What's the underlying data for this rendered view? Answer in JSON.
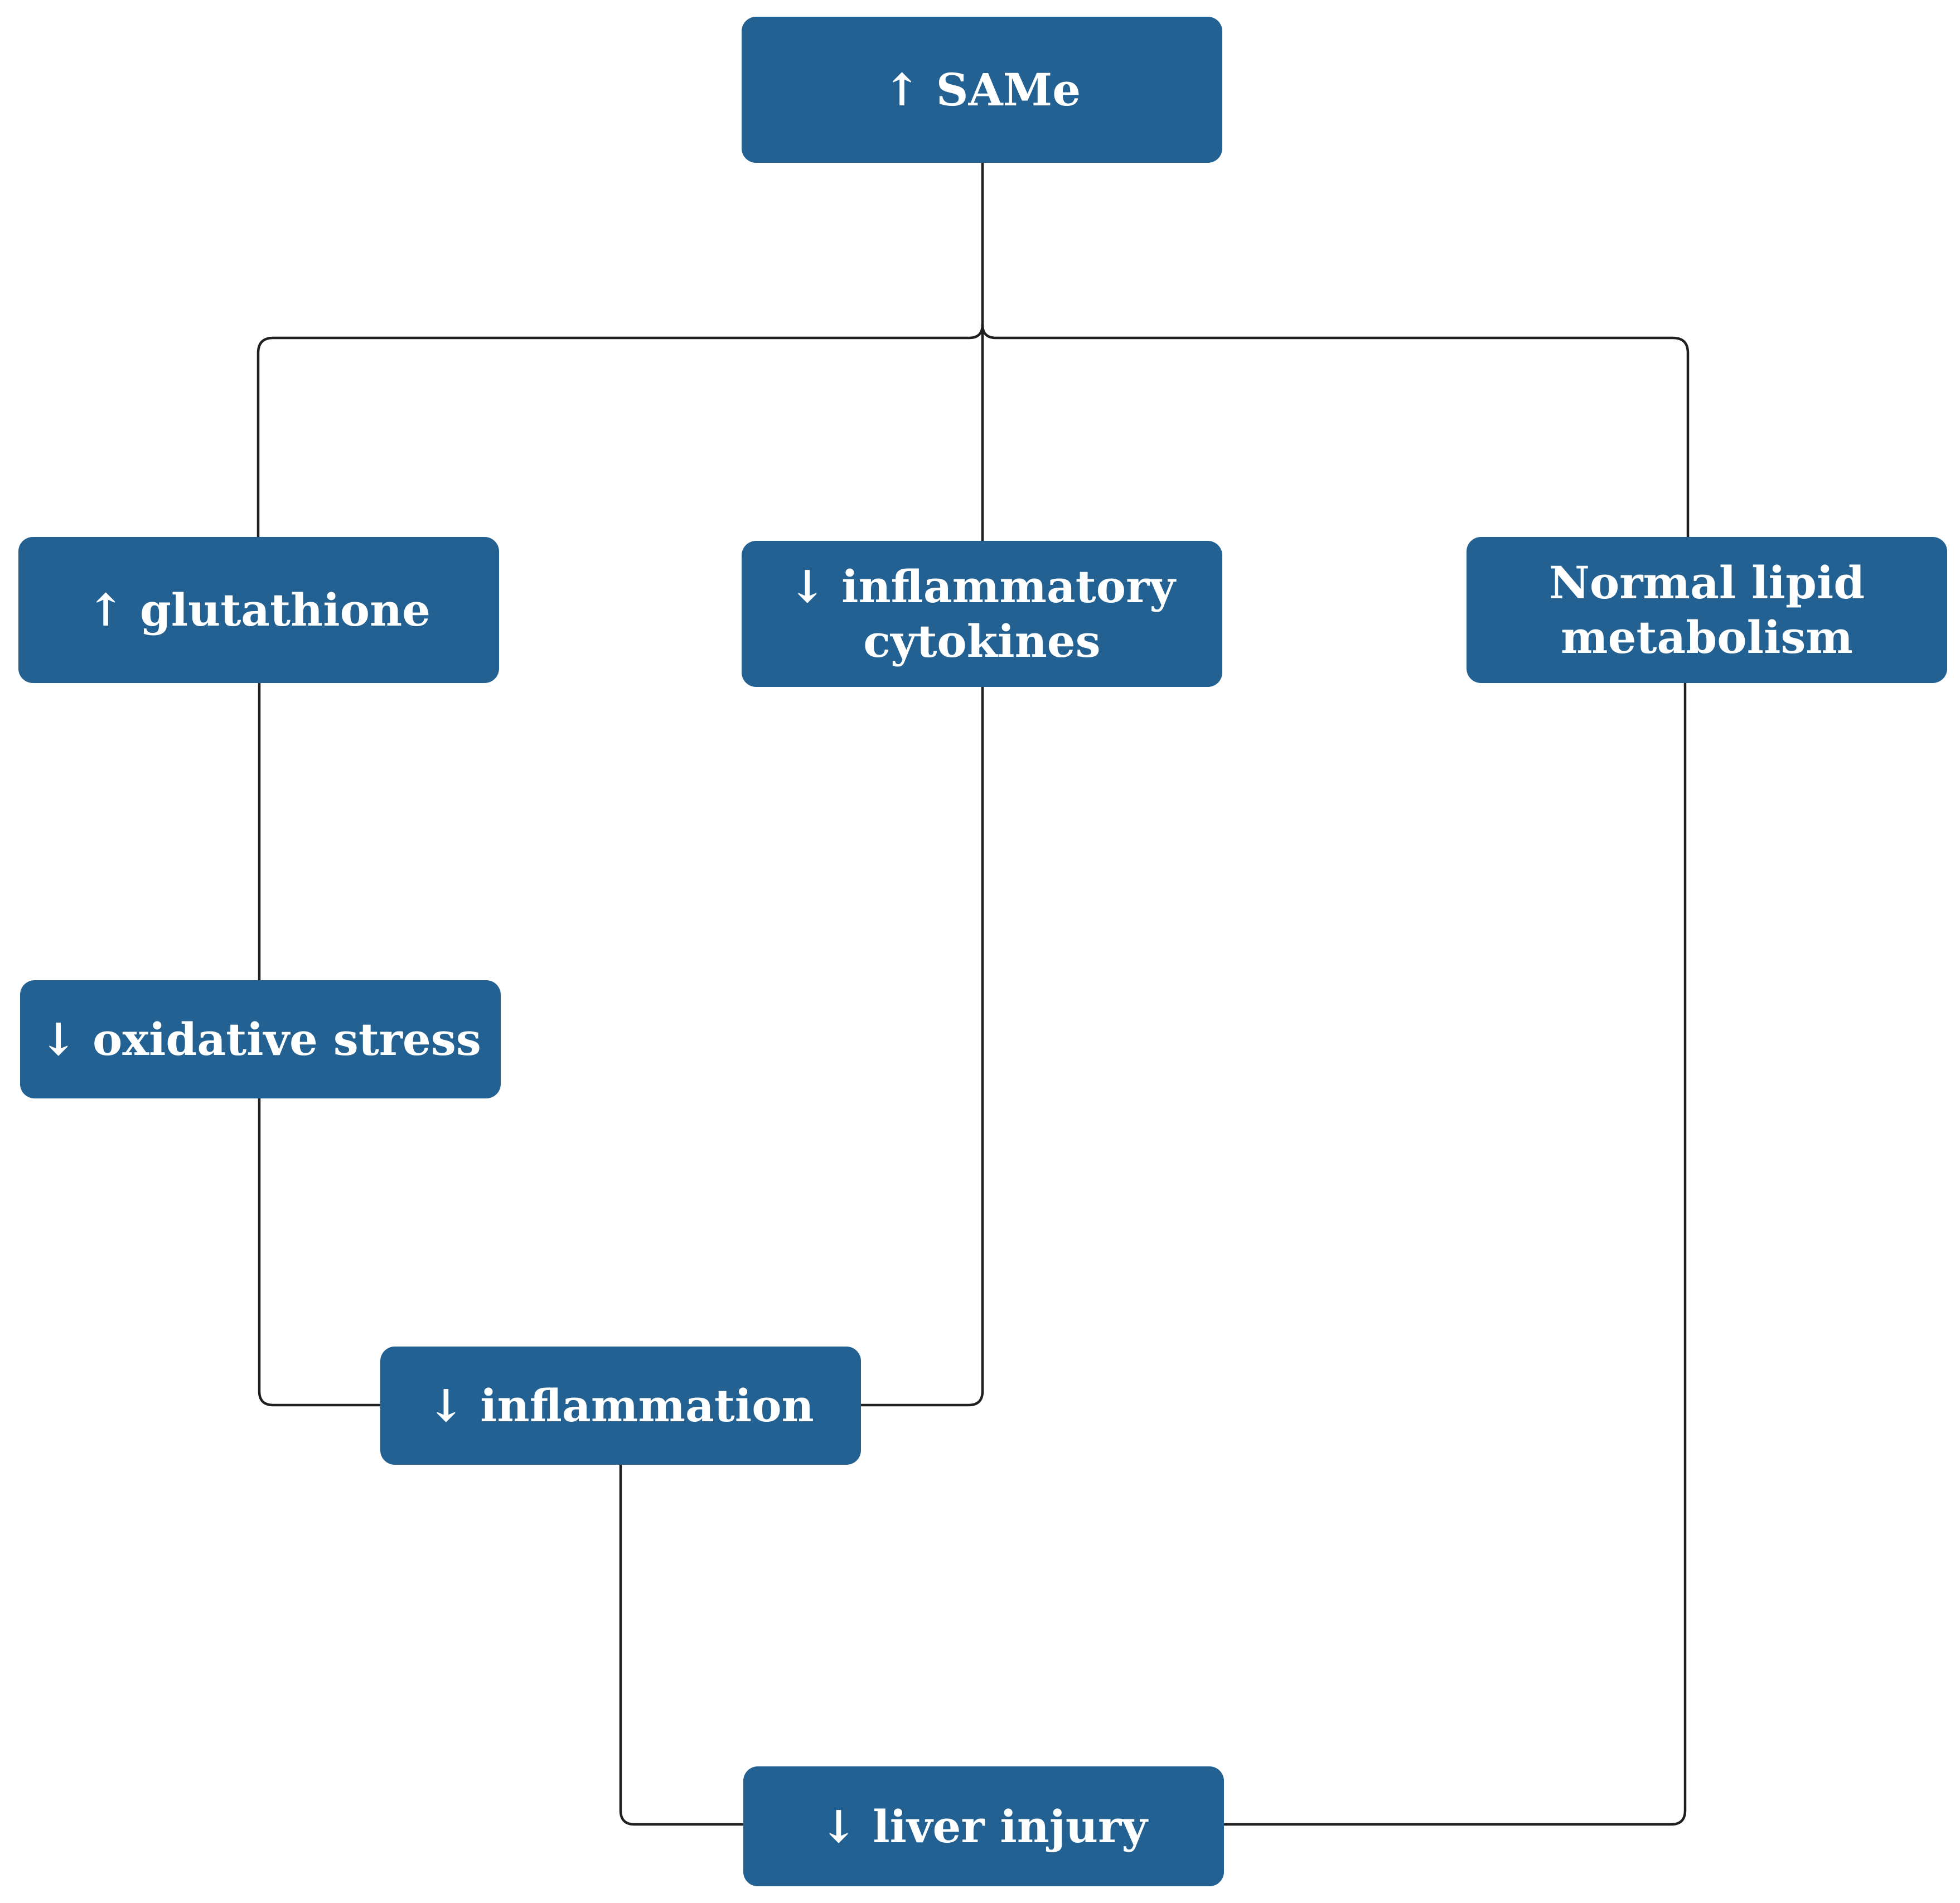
{
  "nodes": {
    "same": {
      "text": "↑ SAMe"
    },
    "glutathione": {
      "text": "↑ glutathione"
    },
    "cytokines": {
      "line1": "↓ inflammatory",
      "line2": "cytokines"
    },
    "lipid": {
      "line1": "Normal lipid",
      "line2": "metabolism"
    },
    "oxidative": {
      "text": "↓ oxidative stress"
    },
    "inflammation": {
      "text": "↓ inflammation"
    },
    "liver": {
      "text": "↓ liver injury"
    }
  },
  "colors": {
    "node_fill": "#226192",
    "node_text": "#ffffff",
    "connector": "#1f1f1f",
    "background": "#ffffff"
  }
}
